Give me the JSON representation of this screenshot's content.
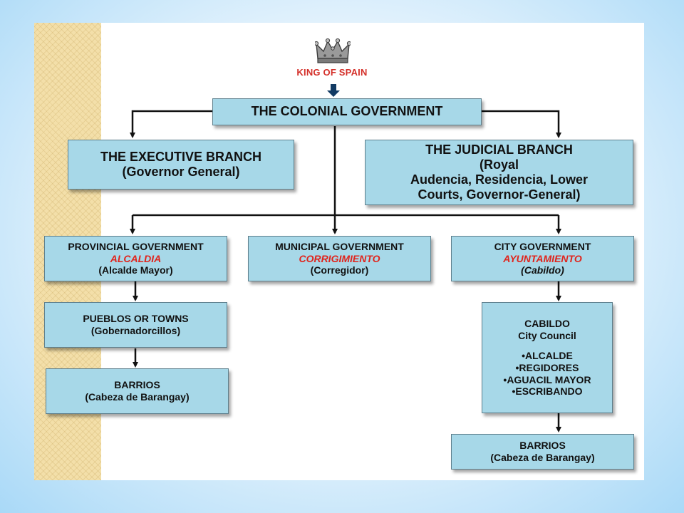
{
  "king": {
    "label": "KING OF SPAIN"
  },
  "colonial": {
    "title": "THE COLONIAL GOVERNMENT"
  },
  "executive": {
    "title": "THE EXECUTIVE BRANCH",
    "sub": "(Governor General)"
  },
  "judicial": {
    "title": "THE JUDICIAL BRANCH",
    "line1": "(Royal",
    "line2": "Audencia, Residencia, Lower",
    "line3": "Courts, Governor-General)"
  },
  "provincial": {
    "title": "PROVINCIAL GOVERNMENT",
    "name": "ALCALDIA",
    "sub": "(Alcalde Mayor)"
  },
  "municipal": {
    "title": "MUNICIPAL GOVERNMENT",
    "name": "CORRIGIMIENTO",
    "sub": "(Corregidor)"
  },
  "city": {
    "title": "CITY GOVERNMENT",
    "name": "AYUNTAMIENTO",
    "sub": "(Cabildo)"
  },
  "pueblos": {
    "title": "PUEBLOS OR TOWNS",
    "sub": "(Gobernadorcillos)"
  },
  "barrios_left": {
    "title": "BARRIOS",
    "sub": "(Cabeza de Barangay)"
  },
  "cabildo": {
    "title": "CABILDO",
    "sub": "City Council",
    "items": [
      "•ALCALDE",
      "•REGIDORES",
      "•AGUACIL MAYOR",
      "•ESCRIBANDO"
    ]
  },
  "barrios_right": {
    "title": "BARRIOS",
    "sub": "(Cabeza de Barangay)"
  },
  "colors": {
    "box_fill": "#a7d8e8",
    "accent_red": "#e0241c",
    "stripe": "#f3dfa9"
  }
}
